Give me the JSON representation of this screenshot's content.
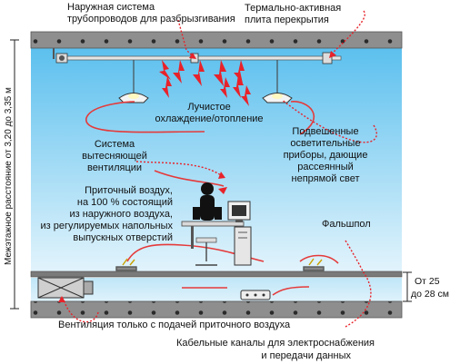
{
  "labels": {
    "pipes_line1": "Наружная система",
    "pipes_line2": "трубопроводов для разбрызгивания",
    "slab_line1": "Термально-активная",
    "slab_line2": "плита перекрытия",
    "radiant_line1": "Лучистое",
    "radiant_line2": "охлаждение/отопление",
    "vent_line1": "Система",
    "vent_line2": "вытесняющей",
    "vent_line3": "вентиляции",
    "lights_line1": "Подвешенные",
    "lights_line2": "осветительные",
    "lights_line3": "приборы, дающие",
    "lights_line4": "рассеянный",
    "lights_line5": "непрямой свет",
    "supply_line1": "Приточный воздух,",
    "supply_line2": "на 100 % состоящий",
    "supply_line3": "из наружного воздуха,",
    "supply_line4": "из регулируемых напольных",
    "supply_line5": "выпускных отверстий",
    "raised_floor": "Фальшпол",
    "height": "Межэтажное расстояние от 3,20 до 3,35 м",
    "depth_line1": "От 25",
    "depth_line2": "до 28 см",
    "supply_only": "Вентиляция только с подачей приточного воздуха",
    "cable_line1": "Кабельные каналы для электроснабжения",
    "cable_line2": "и передачи данных"
  },
  "colors": {
    "slab": "#8e8e8e",
    "room_top": "#5cc0ee",
    "room_bottom": "#d8f0fb",
    "arrow": "#e8222a",
    "air_flow": "#e53a3a"
  }
}
